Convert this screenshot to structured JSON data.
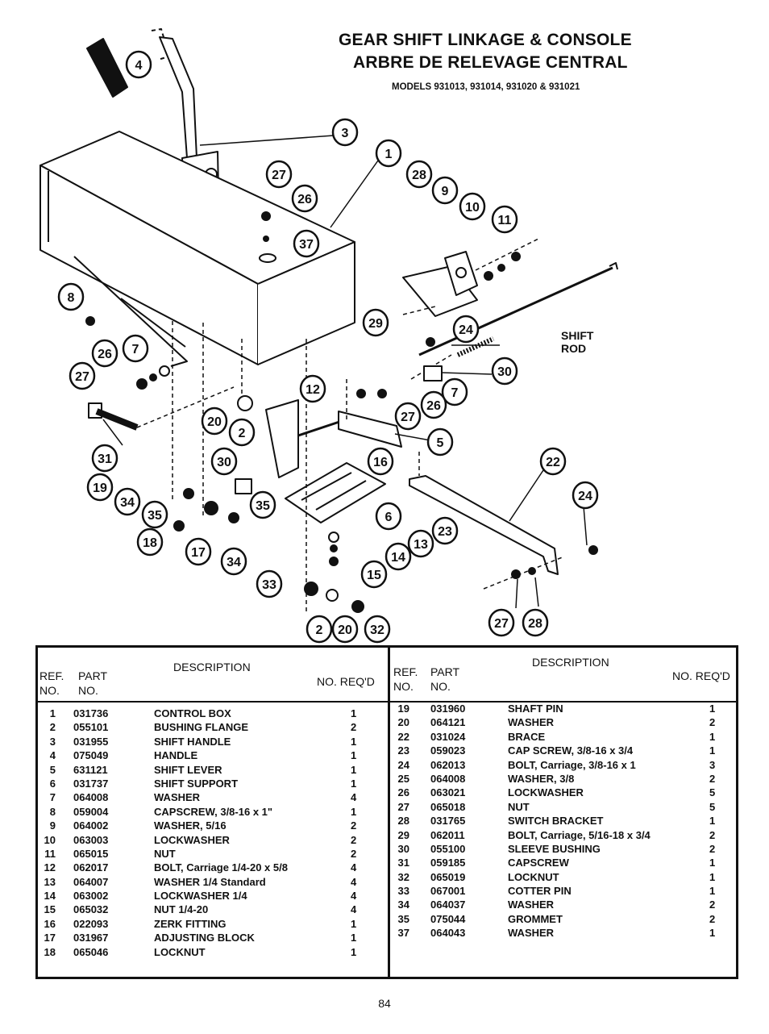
{
  "title": {
    "line1": "GEAR SHIFT LINKAGE & CONSOLE",
    "line2": "ARBRE DE RELEVAGE CENTRAL",
    "models": "MODELS 931013, 931014, 931020 & 931021"
  },
  "diagram": {
    "shift_rod_label_1": "SHIFT",
    "shift_rod_label_2": "ROD",
    "callouts": [
      "4",
      "3",
      "1",
      "27",
      "26",
      "37",
      "28",
      "9",
      "10",
      "11",
      "8",
      "29",
      "24",
      "26",
      "7",
      "27",
      "30",
      "12",
      "7",
      "26",
      "27",
      "20",
      "2",
      "5",
      "31",
      "16",
      "30",
      "19",
      "34",
      "35",
      "35",
      "6",
      "22",
      "24",
      "23",
      "18",
      "17",
      "13",
      "14",
      "34",
      "15",
      "33",
      "2",
      "20",
      "32",
      "27",
      "28"
    ]
  },
  "table": {
    "headers": {
      "description": "DESCRIPTION",
      "ref": "REF.",
      "no": "NO.",
      "part": "PART",
      "part_no": "NO.",
      "no_reqd": "NO. REQ'D"
    },
    "left_rows": [
      {
        "ref": "1",
        "part": "031736",
        "desc": "CONTROL BOX",
        "qty": "1"
      },
      {
        "ref": "2",
        "part": "055101",
        "desc": "BUSHING FLANGE",
        "qty": "2"
      },
      {
        "ref": "3",
        "part": "031955",
        "desc": "SHIFT HANDLE",
        "qty": "1"
      },
      {
        "ref": "4",
        "part": "075049",
        "desc": "HANDLE",
        "qty": "1"
      },
      {
        "ref": "5",
        "part": "631121",
        "desc": "SHIFT LEVER",
        "qty": "1"
      },
      {
        "ref": "6",
        "part": "031737",
        "desc": "SHIFT SUPPORT",
        "qty": "1"
      },
      {
        "ref": "7",
        "part": "064008",
        "desc": "WASHER",
        "qty": "4"
      },
      {
        "ref": "8",
        "part": "059004",
        "desc": "CAPSCREW, 3/8-16 x 1\"",
        "qty": "1"
      },
      {
        "ref": "9",
        "part": "064002",
        "desc": "WASHER, 5/16",
        "qty": "2"
      },
      {
        "ref": "10",
        "part": "063003",
        "desc": "LOCKWASHER",
        "qty": "2"
      },
      {
        "ref": "11",
        "part": "065015",
        "desc": "NUT",
        "qty": "2"
      },
      {
        "ref": "12",
        "part": "062017",
        "desc": "BOLT, Carriage 1/4-20 x 5/8",
        "qty": "4"
      },
      {
        "ref": "13",
        "part": "064007",
        "desc": "WASHER 1/4 Standard",
        "qty": "4"
      },
      {
        "ref": "14",
        "part": "063002",
        "desc": "LOCKWASHER 1/4",
        "qty": "4"
      },
      {
        "ref": "15",
        "part": "065032",
        "desc": "NUT 1/4-20",
        "qty": "4"
      },
      {
        "ref": "16",
        "part": "022093",
        "desc": "ZERK FITTING",
        "qty": "1"
      },
      {
        "ref": "17",
        "part": "031967",
        "desc": "ADJUSTING BLOCK",
        "qty": "1"
      },
      {
        "ref": "18",
        "part": "065046",
        "desc": "LOCKNUT",
        "qty": "1"
      }
    ],
    "right_rows": [
      {
        "ref": "19",
        "part": "031960",
        "desc": "SHAFT PIN",
        "qty": "1"
      },
      {
        "ref": "20",
        "part": "064121",
        "desc": "WASHER",
        "qty": "2"
      },
      {
        "ref": "22",
        "part": "031024",
        "desc": "BRACE",
        "qty": "1"
      },
      {
        "ref": "23",
        "part": "059023",
        "desc": "CAP SCREW, 3/8-16 x 3/4",
        "qty": "1"
      },
      {
        "ref": "24",
        "part": "062013",
        "desc": "BOLT, Carriage, 3/8-16 x 1",
        "qty": "3"
      },
      {
        "ref": "25",
        "part": "064008",
        "desc": "WASHER, 3/8",
        "qty": "2"
      },
      {
        "ref": "26",
        "part": "063021",
        "desc": "LOCKWASHER",
        "qty": "5"
      },
      {
        "ref": "27",
        "part": "065018",
        "desc": "NUT",
        "qty": "5"
      },
      {
        "ref": "28",
        "part": "031765",
        "desc": "SWITCH BRACKET",
        "qty": "1"
      },
      {
        "ref": "29",
        "part": "062011",
        "desc": "BOLT, Carriage, 5/16-18 x 3/4",
        "qty": "2"
      },
      {
        "ref": "30",
        "part": "055100",
        "desc": "SLEEVE BUSHING",
        "qty": "2"
      },
      {
        "ref": "31",
        "part": "059185",
        "desc": "CAPSCREW",
        "qty": "1"
      },
      {
        "ref": "32",
        "part": "065019",
        "desc": "LOCKNUT",
        "qty": "1"
      },
      {
        "ref": "33",
        "part": "067001",
        "desc": "COTTER PIN",
        "qty": "1"
      },
      {
        "ref": "34",
        "part": "064037",
        "desc": "WASHER",
        "qty": "2"
      },
      {
        "ref": "35",
        "part": "075044",
        "desc": "GROMMET",
        "qty": "2"
      },
      {
        "ref": "37",
        "part": "064043",
        "desc": "WASHER",
        "qty": "1"
      }
    ]
  },
  "page_number": "84"
}
